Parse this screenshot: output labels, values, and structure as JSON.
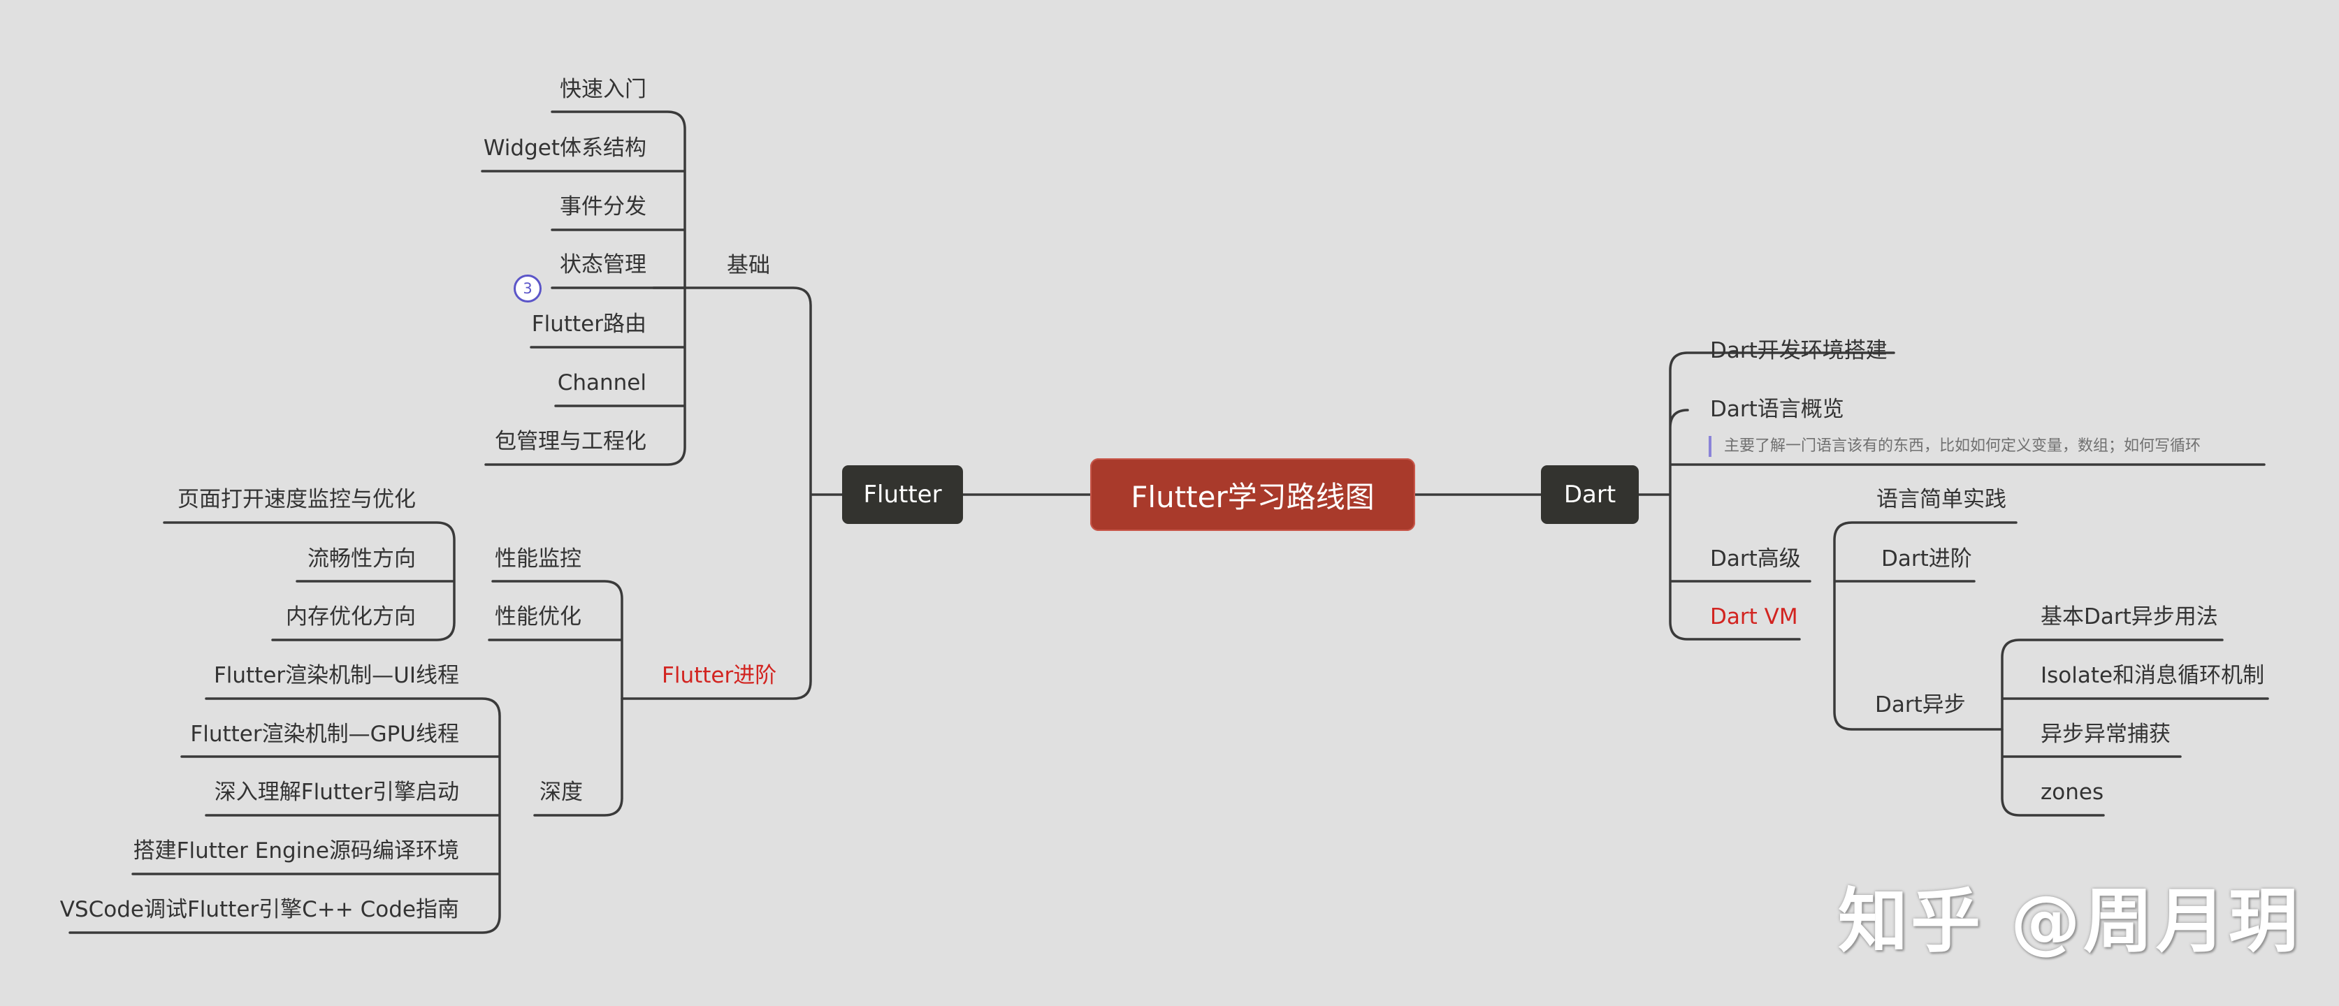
{
  "root": {
    "label": "Flutter学习路线图"
  },
  "flutter": {
    "label": "Flutter",
    "basics": {
      "label": "基础",
      "badge": "3",
      "items": [
        "快速入门",
        "Widget体系结构",
        "事件分发",
        "状态管理",
        "Flutter路由",
        "Channel",
        "包管理与工程化"
      ]
    },
    "advanced": {
      "label": "Flutter进阶",
      "label_color": "#d22420",
      "monitor": {
        "label": "性能监控",
        "items": [
          "页面打开速度监控与优化",
          "流畅性方向",
          "内存优化方向"
        ]
      },
      "optimize": {
        "label": "性能优化"
      },
      "depth": {
        "label": "深度",
        "items": [
          "Flutter渲染机制—UI线程",
          "Flutter渲染机制—GPU线程",
          "深入理解Flutter引擎启动",
          "搭建Flutter Engine源码编译环境",
          "VSCode调试Flutter引擎C++ Code指南"
        ]
      }
    }
  },
  "dart": {
    "label": "Dart",
    "env": {
      "label": "Dart开发环境搭建"
    },
    "overview": {
      "label": "Dart语言概览",
      "note": "主要了解一门语言该有的东西，比如如何定义变量，数组；如何写循环"
    },
    "senior": {
      "label": "Dart高级",
      "practice": {
        "label": "语言简单实践"
      },
      "advance": {
        "label": "Dart进阶"
      },
      "async": {
        "label": "Dart异步",
        "items": [
          "基本Dart异步用法",
          "Isolate和消息循环机制",
          "异步异常捕获",
          "zones"
        ]
      }
    },
    "vm": {
      "label": "Dart VM",
      "label_color": "#d22420"
    }
  },
  "watermark": "知乎 @周月玥",
  "colors": {
    "background": "#e0e0e0",
    "root": "#a93a2b",
    "node": "#33332f",
    "line": "#3a3a3a",
    "accent_red": "#d22420",
    "badge": "#5b55c8"
  }
}
